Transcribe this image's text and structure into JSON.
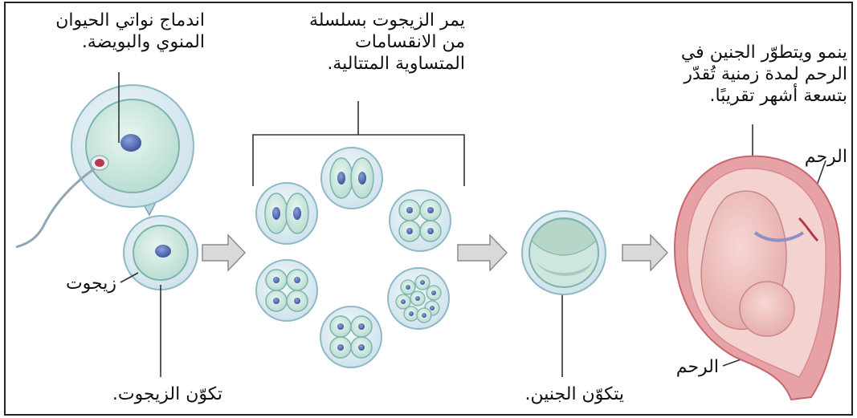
{
  "labels": {
    "fusion": [
      "اندماج نواتي الحيوان",
      "المنوي والبويضة."
    ],
    "division": [
      "يمر الزيجوت بسلسلة",
      "من الانقسامات",
      "المتساوية المتتالية."
    ],
    "fetus_growth": [
      "ينمو ويتطوّر الجنين في",
      "الرحم لمدة زمنية تُقدّر",
      "بتسعة أشهر تقريبًا."
    ],
    "uterus_top": "الرحم",
    "uterus_bottom": "الرحم",
    "zygote": "زيجوت",
    "zygote_formation": "تكوّن الزيجوت.",
    "embryo_formation": "يتكوّن الجنين."
  },
  "colors": {
    "cell_fill": "#cfe9e0",
    "cell_stroke": "#7fb3ad",
    "nucleus": "#5b73b6",
    "sperm_head": "#b83a4b",
    "arrow_fill": "#d9d9d9",
    "uterus": "#d98a8f",
    "fetus": "#efc2c0"
  }
}
